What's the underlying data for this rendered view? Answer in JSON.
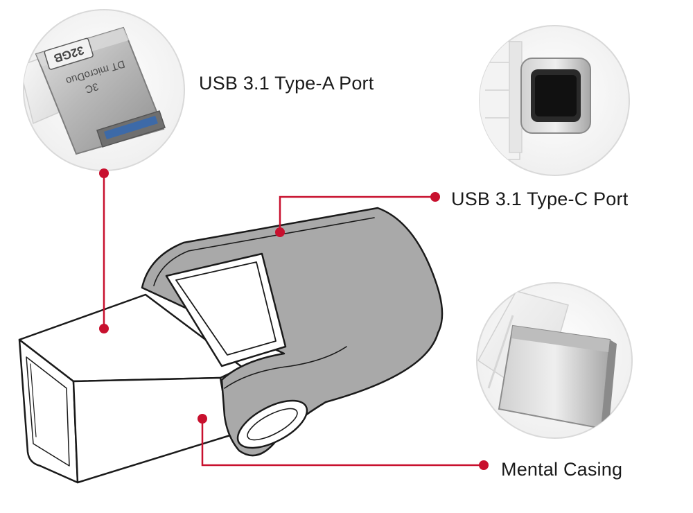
{
  "callouts": {
    "type_a": "USB 3.1 Type-A Port",
    "type_c": "USB 3.1 Type-C Port",
    "casing": "Mental Casing"
  },
  "engraving": {
    "capacity": "32GB",
    "model": "DT microDuo",
    "suffix": "3C"
  },
  "colors": {
    "accent": "#c8102e",
    "casing_gray": "#a9a9a9",
    "outline": "#1a1a1a"
  }
}
